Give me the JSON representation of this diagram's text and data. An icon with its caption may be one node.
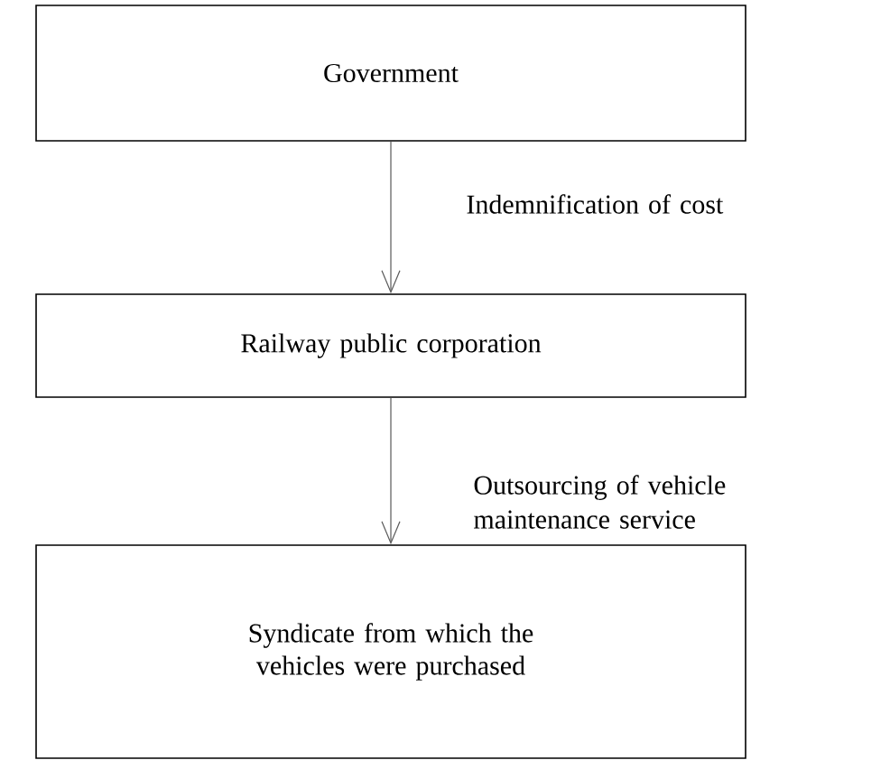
{
  "diagram": {
    "nodes": [
      {
        "text": [
          "Government"
        ]
      },
      {
        "text": [
          "Railway public corporation"
        ]
      },
      {
        "text": [
          "Syndicate from which the vehicles were purchased"
        ]
      }
    ],
    "edges": [
      {
        "from": 0,
        "to": 1,
        "arrow": "to",
        "label": "Indemnification of cost"
      },
      {
        "from": 1,
        "to": 2,
        "arrow": "to",
        "label": "Outsourcing of vehicle maintenance service"
      }
    ]
  }
}
